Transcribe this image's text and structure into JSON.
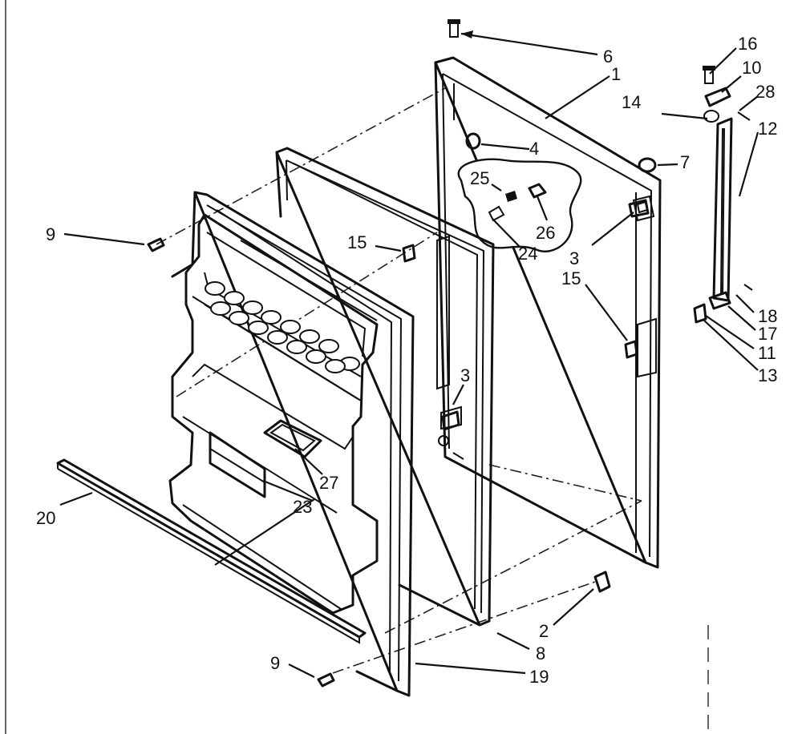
{
  "callouts": [
    {
      "id": "c6",
      "text": "6"
    },
    {
      "id": "c16",
      "text": "16"
    },
    {
      "id": "c10",
      "text": "10"
    },
    {
      "id": "c1",
      "text": "1"
    },
    {
      "id": "c28",
      "text": "28"
    },
    {
      "id": "c14",
      "text": "14"
    },
    {
      "id": "c12",
      "text": "12"
    },
    {
      "id": "c4",
      "text": "4"
    },
    {
      "id": "c7",
      "text": "7"
    },
    {
      "id": "c25",
      "text": "25"
    },
    {
      "id": "c26",
      "text": "26"
    },
    {
      "id": "c9a",
      "text": "9"
    },
    {
      "id": "c15a",
      "text": "15"
    },
    {
      "id": "c24",
      "text": "24"
    },
    {
      "id": "c3a",
      "text": "3"
    },
    {
      "id": "c15b",
      "text": "15"
    },
    {
      "id": "c18",
      "text": "18"
    },
    {
      "id": "c17",
      "text": "17"
    },
    {
      "id": "c11",
      "text": "11"
    },
    {
      "id": "c13",
      "text": "13"
    },
    {
      "id": "c3b",
      "text": "3"
    },
    {
      "id": "c27",
      "text": "27"
    },
    {
      "id": "c20",
      "text": "20"
    },
    {
      "id": "c23",
      "text": "23"
    },
    {
      "id": "c2",
      "text": "2"
    },
    {
      "id": "c8",
      "text": "8"
    },
    {
      "id": "c9b",
      "text": "9"
    },
    {
      "id": "c19",
      "text": "19"
    }
  ]
}
